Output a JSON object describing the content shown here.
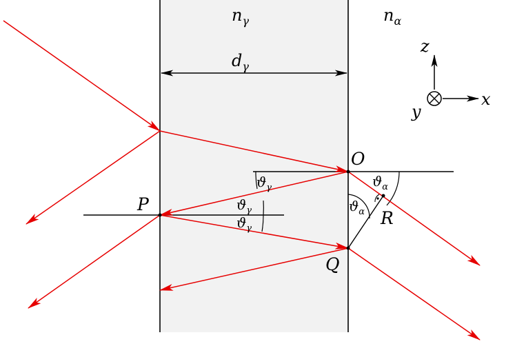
{
  "labels": {
    "n_left": "n",
    "n_left_sub": "γ",
    "n_right": "n",
    "n_right_sub": "α",
    "thickness": "d",
    "thickness_sub": "γ",
    "point_O": "O",
    "point_P": "P",
    "point_Q": "Q",
    "point_R": "R",
    "angle_gamma_1": "ϑ",
    "angle_gamma_1_sub": "γ",
    "angle_gamma_2": "ϑ",
    "angle_gamma_2_sub": "γ",
    "angle_gamma_3": "ϑ",
    "angle_gamma_3_sub": "γ",
    "angle_alpha_1": "ϑ",
    "angle_alpha_1_sub": "α",
    "angle_alpha_2": "ϑ",
    "angle_alpha_2_sub": "α"
  },
  "axes": {
    "z": "z",
    "x": "x",
    "y": "y"
  },
  "colors": {
    "ray": "#e60000",
    "slab_fill": "#f2f2f2",
    "line": "#000000"
  }
}
